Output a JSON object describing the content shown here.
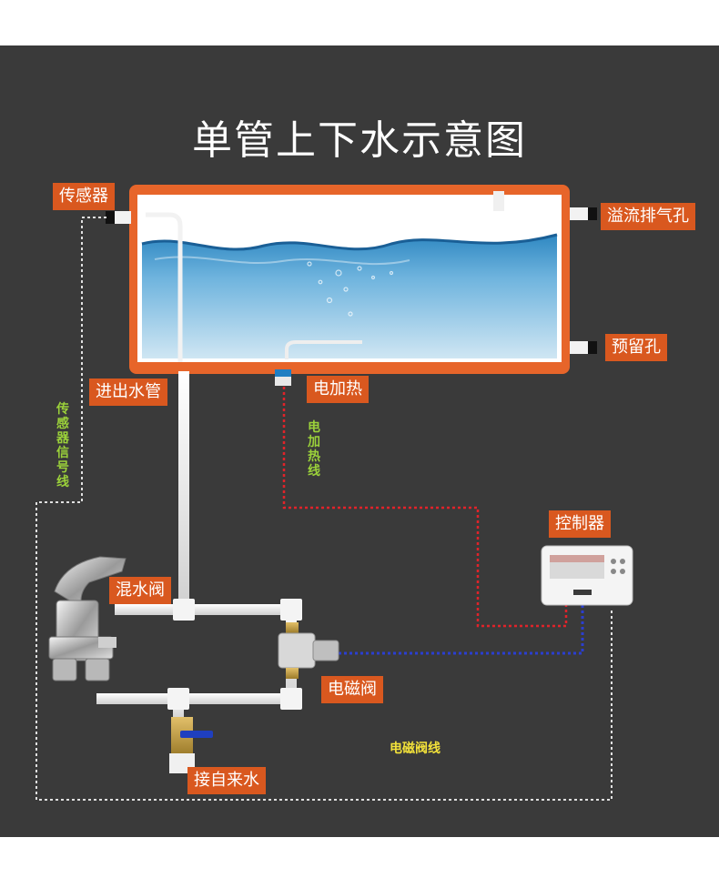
{
  "title": "单管上下水示意图",
  "labels": {
    "sensor": "传感器",
    "overflow_vent": "溢流排气孔",
    "reserved_hole": "预留孔",
    "in_out_pipe": "进出水管",
    "electric_heating": "电加热",
    "controller": "控制器",
    "mixing_valve": "混水阀",
    "solenoid_valve": "电磁阀",
    "tap_water": "接自来水"
  },
  "wire_labels": {
    "sensor_signal_line": "传感器信号线",
    "heating_line": "电加热线",
    "solenoid_line": "电磁阀线"
  },
  "colors": {
    "background": "#3a3a3a",
    "label_orange": "#d9581f",
    "tank_frame": "#e7652a",
    "pipe": "#e8e8e8",
    "sensor_wire": "#e0e0e0",
    "heating_wire": "#e0232a",
    "solenoid_wire": "#2b3fd0",
    "green_text": "#9bd13a",
    "yellow_text": "#f3e23a"
  }
}
